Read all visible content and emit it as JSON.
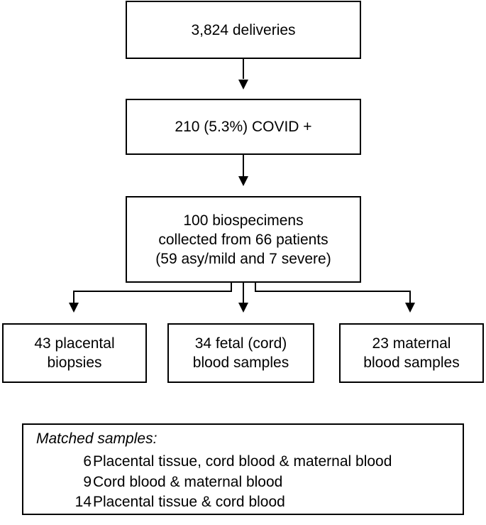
{
  "flowchart": {
    "deliveries": "3,824 deliveries",
    "covid_positive": "210 (5.3%) COVID +",
    "biospecimens": {
      "line1": "100 biospecimens",
      "line2": "collected from 66 patients",
      "line3": "(59 asy/mild and 7 severe)"
    },
    "placental": {
      "line1": "43 placental",
      "line2": "biopsies"
    },
    "fetal": {
      "line1": "34 fetal (cord)",
      "line2": "blood samples"
    },
    "maternal": {
      "line1": "23 maternal",
      "line2": "blood samples"
    }
  },
  "matched": {
    "title": "Matched samples:",
    "rows": [
      {
        "count": "6",
        "description": "Placental tissue, cord blood & maternal blood"
      },
      {
        "count": "9",
        "description": "Cord blood & maternal blood"
      },
      {
        "count": "14",
        "description": "Placental tissue & cord blood"
      }
    ]
  }
}
